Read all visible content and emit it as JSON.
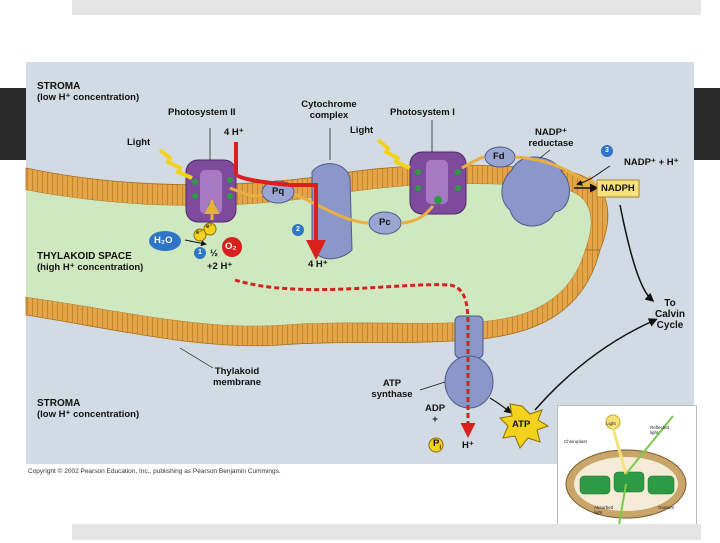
{
  "labels": {
    "stroma_top": "STROMA",
    "stroma_top_sub": "(low H⁺ concentration)",
    "photosystem_ii": "Photosystem II",
    "cytochrome_complex": "Cytochrome\ncomplex",
    "photosystem_i": "Photosystem I",
    "nadp_reductase": "NADP⁺\nreductase",
    "light_left": "Light",
    "light_right": "Light",
    "four_h_top": "4 H⁺",
    "four_h_bottom": "4 H⁺",
    "pq": "Pq",
    "pc": "Pc",
    "fd": "Fd",
    "nadp_plus_h": "NADP⁺ + H⁺",
    "nadph": "NADPH",
    "h2o": "H₂O",
    "o2": "O₂",
    "half": "½",
    "plus_2h": "+2 H⁺",
    "thylakoid_space": "THYLAKOID SPACE",
    "thylakoid_space_sub": "(high H⁺ concentration)",
    "to_calvin": "To\nCalvin\nCycle",
    "thylakoid_membrane": "Thylakoid\nmembrane",
    "stroma_bottom": "STROMA",
    "stroma_bottom_sub": "(low H⁺ concentration)",
    "atp_synthase": "ATP\nsynthase",
    "adp": "ADP\n+",
    "pi": "P",
    "pi_sub": "i",
    "h_plus_bottom": "H⁺",
    "atp": "ATP",
    "e1": "e⁻",
    "e2": "e⁻",
    "step1": "1",
    "step2": "2",
    "step3": "3",
    "copyright": "Copyright © 2002 Pearson Education, Inc., publishing as Pearson Benjamin Cummings."
  },
  "inset": {
    "light": "Light",
    "reflected": "Reflected\nlight",
    "chloroplast": "Chloroplast",
    "absorbed": "Absorbed\nlight",
    "granum": "Granum",
    "transmitted": "Transmitted\nlight"
  },
  "colors": {
    "membrane": "#e4a548",
    "lumen": "#cfe8c0",
    "protein_purple": "#7d4a9c",
    "protein_blue": "#8b97c8",
    "proton_red": "#d8211f",
    "electron_arrow": "#f0c050"
  }
}
